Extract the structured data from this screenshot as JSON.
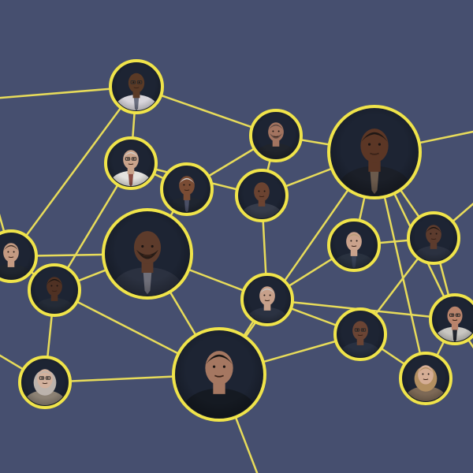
{
  "network": {
    "nodes": [
      {
        "id": "man-glasses-white-shirt",
        "skin": "#5a3a26",
        "hair": "#2a1b14",
        "shirt": "#d8d5db",
        "tie": "#6a6e7f",
        "glasses": true,
        "beard": false,
        "gender": "male",
        "hairstyle": "bald"
      },
      {
        "id": "man-gray-mustache",
        "skin": "#c9a38b",
        "hair": "#cfcfcf",
        "shirt": "#e4e2de",
        "tie": "#8b4e45",
        "glasses": true,
        "beard": false,
        "gender": "male",
        "hairstyle": "gray"
      },
      {
        "id": "man-older-suit",
        "skin": "#7a4c34",
        "hair": "#d2d2d2",
        "shirt": "#1f2530",
        "tie": "#4a4f65",
        "glasses": false,
        "beard": false,
        "gender": "male",
        "hairstyle": "short"
      },
      {
        "id": "man-beard-center",
        "skin": "#5d3b2b",
        "hair": "#1d1713",
        "shirt": "#2b3140",
        "tie": "#6f6f79",
        "glasses": false,
        "beard": true,
        "gender": "male",
        "hairstyle": "bald"
      },
      {
        "id": "man-stubble",
        "skin": "#a37460",
        "hair": "#5b4740",
        "shirt": "#20242c",
        "tie": "#20242c",
        "glasses": false,
        "beard": true,
        "gender": "male",
        "hairstyle": "short"
      },
      {
        "id": "man-speaking-large",
        "skin": "#5b3625",
        "hair": "#1e1714",
        "shirt": "#1b1f28",
        "tie": "#6b5a4c",
        "glasses": false,
        "beard": false,
        "gender": "male",
        "hairstyle": "short"
      },
      {
        "id": "man-bald-hand",
        "skin": "#6b4331",
        "hair": "#1f1713",
        "shirt": "#363c4b",
        "tie": "#363c4b",
        "glasses": false,
        "beard": false,
        "gender": "male",
        "hairstyle": "bald"
      },
      {
        "id": "man-blonde-suit",
        "skin": "#caa28c",
        "hair": "#b89d76",
        "shirt": "#29313f",
        "tie": "#374054",
        "glasses": false,
        "beard": false,
        "gender": "male",
        "hairstyle": "short"
      },
      {
        "id": "man-young-hooded",
        "skin": "#5c3b2d",
        "hair": "#1a1411",
        "shirt": "#2b3140",
        "tie": "#2b3140",
        "glasses": false,
        "beard": false,
        "gender": "male",
        "hairstyle": "curly"
      },
      {
        "id": "man-left-edge",
        "skin": "#c49a82",
        "hair": "#433329",
        "shirt": "#1f252f",
        "tie": "#1f252f",
        "glasses": false,
        "beard": false,
        "gender": "male",
        "hairstyle": "short"
      },
      {
        "id": "man-smiling-young",
        "skin": "#4f3123",
        "hair": "#1b1512",
        "shirt": "#242b37",
        "tie": "#242b37",
        "glasses": false,
        "beard": false,
        "gender": "male",
        "hairstyle": "short"
      },
      {
        "id": "man-older-suit-center",
        "skin": "#c7a08a",
        "hair": "#c6c6c6",
        "shirt": "#2b3242",
        "tie": "#2b3242",
        "glasses": false,
        "beard": false,
        "gender": "male",
        "hairstyle": "gray"
      },
      {
        "id": "man-bald-glasses",
        "skin": "#b9836b",
        "hair": "#c7b49f",
        "shirt": "#c9c7c2",
        "tie": "#23272f",
        "glasses": true,
        "beard": false,
        "gender": "male",
        "hairstyle": "bald"
      },
      {
        "id": "man-sunglasses",
        "skin": "#6a4434",
        "hair": "#1b1714",
        "shirt": "#283041",
        "tie": "#283041",
        "glasses": true,
        "beard": false,
        "gender": "male",
        "hairstyle": "bald"
      },
      {
        "id": "woman-gray-hair",
        "skin": "#d2b19d",
        "hair": "#bcb3ac",
        "shirt": "#8c8174",
        "tie": "#8c8174",
        "glasses": true,
        "beard": false,
        "gender": "female",
        "hairstyle": "long"
      },
      {
        "id": "officer-center",
        "skin": "#a57761",
        "hair": "#1a1613",
        "shirt": "#151a22",
        "tie": "#151a22",
        "glasses": false,
        "beard": false,
        "gender": "male",
        "hairstyle": "short"
      },
      {
        "id": "woman-blonde",
        "skin": "#d5ad95",
        "hair": "#b28e60",
        "shirt": "#7d6956",
        "tie": "#7d6956",
        "glasses": false,
        "beard": false,
        "gender": "female",
        "hairstyle": "long"
      }
    ],
    "edges": [
      [
        "man-glasses-white-shirt",
        "man-gray-mustache"
      ],
      [
        "man-glasses-white-shirt",
        "man-stubble"
      ],
      [
        "man-glasses-white-shirt",
        "man-left-edge"
      ],
      [
        "man-gray-mustache",
        "man-older-suit"
      ],
      [
        "man-gray-mustache",
        "man-smiling-young"
      ],
      [
        "man-gray-mustache",
        "man-bald-hand"
      ],
      [
        "man-older-suit",
        "man-beard-center"
      ],
      [
        "man-older-suit",
        "man-stubble"
      ],
      [
        "man-stubble",
        "man-speaking-large"
      ],
      [
        "man-stubble",
        "man-bald-hand"
      ],
      [
        "man-bald-hand",
        "man-speaking-large"
      ],
      [
        "man-bald-hand",
        "man-older-suit-center"
      ],
      [
        "man-speaking-large",
        "man-blonde-suit"
      ],
      [
        "man-speaking-large",
        "man-young-hooded"
      ],
      [
        "man-speaking-large",
        "man-bald-glasses"
      ],
      [
        "man-speaking-large",
        "woman-blonde"
      ],
      [
        "man-blonde-suit",
        "man-young-hooded"
      ],
      [
        "man-blonde-suit",
        "man-older-suit-center"
      ],
      [
        "man-young-hooded",
        "man-bald-glasses"
      ],
      [
        "man-young-hooded",
        "man-sunglasses"
      ],
      [
        "man-beard-center",
        "man-left-edge"
      ],
      [
        "man-beard-center",
        "man-smiling-young"
      ],
      [
        "man-beard-center",
        "man-older-suit-center"
      ],
      [
        "man-beard-center",
        "officer-center"
      ],
      [
        "man-left-edge",
        "man-smiling-young"
      ],
      [
        "man-smiling-young",
        "woman-gray-hair"
      ],
      [
        "man-smiling-young",
        "officer-center"
      ],
      [
        "man-older-suit-center",
        "officer-center"
      ],
      [
        "man-older-suit-center",
        "man-sunglasses"
      ],
      [
        "man-older-suit-center",
        "man-bald-glasses"
      ],
      [
        "man-sunglasses",
        "woman-blonde"
      ],
      [
        "man-sunglasses",
        "officer-center"
      ],
      [
        "man-bald-glasses",
        "woman-blonde"
      ],
      [
        "woman-gray-hair",
        "officer-center"
      ],
      [
        "officer-center",
        "man-speaking-large"
      ],
      [
        "man-glasses-white-shirt",
        "offscreen-left-top"
      ],
      [
        "man-left-edge",
        "offscreen-left-mid"
      ],
      [
        "woman-gray-hair",
        "offscreen-left-bottom"
      ],
      [
        "man-speaking-large",
        "offscreen-right-top"
      ],
      [
        "man-young-hooded",
        "offscreen-right-mid"
      ],
      [
        "man-bald-glasses",
        "offscreen-right-bottom"
      ],
      [
        "officer-center",
        "offscreen-bottom"
      ]
    ]
  },
  "colors": {
    "background": "#464f6f",
    "ring": "#f0e44a",
    "edge": "#e8dc5a",
    "photo_background": "#1d2433"
  }
}
